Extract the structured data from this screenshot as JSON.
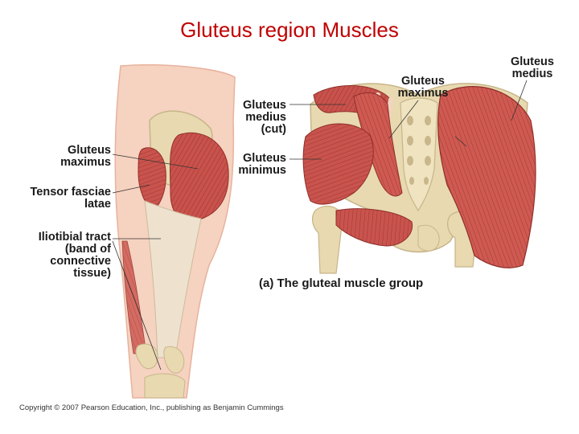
{
  "title": "Gluteus region Muscles",
  "labels": {
    "gluteus_maximus_left": [
      "Gluteus",
      "maximus"
    ],
    "tensor_fasciae_latae": [
      "Tensor fasciae",
      "latae"
    ],
    "iliotibial_tract": [
      "Iliotibial tract",
      "(band of",
      "connective",
      "tissue)"
    ],
    "gluteus_medius_cut": [
      "Gluteus",
      "medius",
      "(cut)"
    ],
    "gluteus_minimus": [
      "Gluteus",
      "minimus"
    ],
    "gluteus_maximus_top": [
      "Gluteus",
      "maximus"
    ],
    "gluteus_medius_right": [
      "Gluteus",
      "medius"
    ]
  },
  "caption": "(a) The gluteal muscle group",
  "copyright": "Copyright © 2007 Pearson Education, Inc., publishing as Benjamin Cummings",
  "colors": {
    "title": "#c00000",
    "skin": "#f6d2c0",
    "muscle": "#c8524c",
    "muscle_dark": "#a83a36",
    "tendon": "#eee2cf",
    "bone": "#e8d9b0"
  }
}
